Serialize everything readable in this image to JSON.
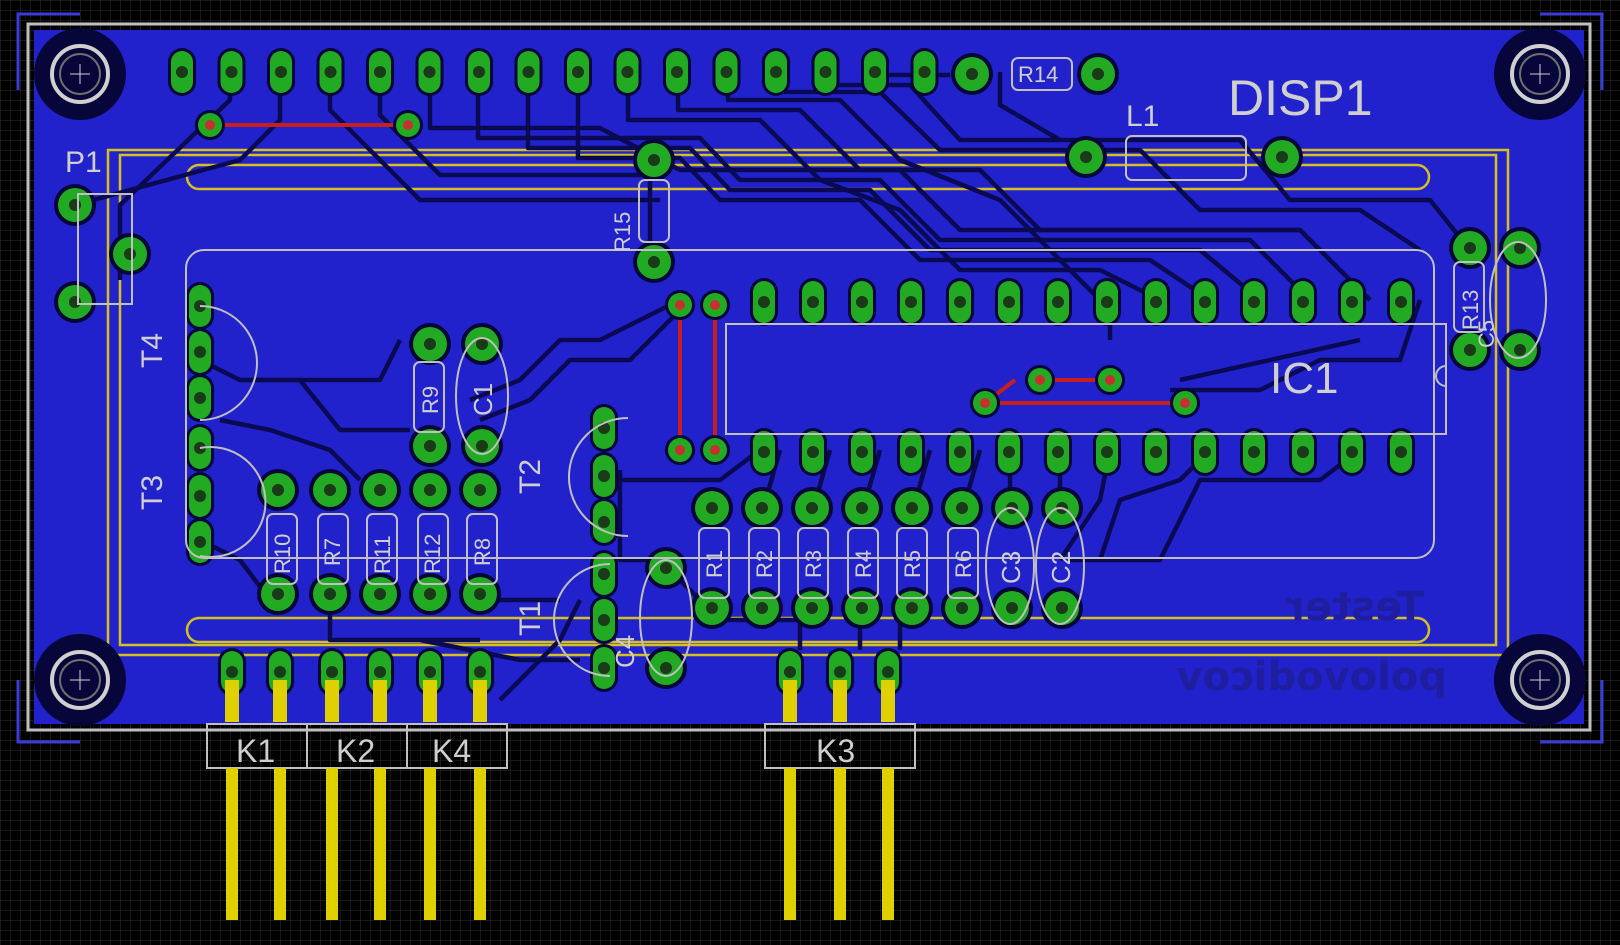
{
  "board": {
    "colors": {
      "background": "#000000",
      "grid": "#2e2e2e",
      "copper_bottom": "#2222cc",
      "trace_bottom": "#0a0a52",
      "trace_top": "#c81e1e",
      "pad": "#22aa22",
      "drill": "#1a3a1a",
      "silkscreen": "#c8c8c8",
      "outline": "#d4c020",
      "pin_metal": "#e0d000"
    }
  },
  "labels": {
    "disp1": "DISP1",
    "ic1": "IC1",
    "l1": "L1",
    "p1": "P1",
    "r14": "R14",
    "r15": "R15",
    "r13": "R13",
    "c5": "C5",
    "t1": "T1",
    "t2": "T2",
    "t3": "T3",
    "t4": "T4",
    "r9": "R9",
    "c1": "C1",
    "r10": "R10",
    "r7": "R7",
    "r11": "R11",
    "r12": "R12",
    "r8": "R8",
    "r1": "R1",
    "r2": "R2",
    "r3": "R3",
    "r4": "R4",
    "r5": "R5",
    "r6": "R6",
    "c3": "C3",
    "c2": "C2",
    "c4": "C4",
    "k1": "K1",
    "k2": "K2",
    "k3": "K3",
    "k4": "K4"
  },
  "bottom_text": {
    "line1": "Tester",
    "line2": "polovodicov"
  }
}
